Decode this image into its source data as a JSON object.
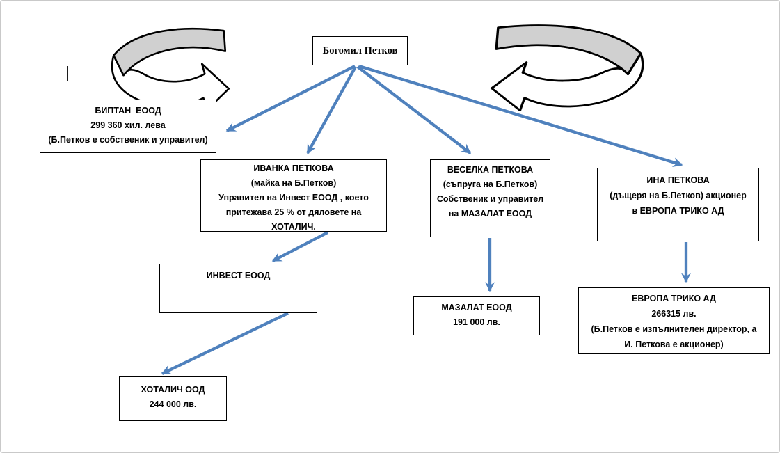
{
  "page": {
    "background": "#ffffff",
    "frame_border": "#c9c9c9"
  },
  "colors": {
    "arrow_blue": "#4f81bd",
    "shape_gray": "#d0d0d0",
    "outline_black": "#000000",
    "text": "#000000"
  },
  "icons": [
    {
      "name": "curved-arrow-right-icon",
      "meaning": "3D looping block arrow pointing right"
    },
    {
      "name": "curved-arrow-left-icon",
      "meaning": "3D looping block arrow pointing left"
    }
  ],
  "diagram": {
    "person_root": {
      "label": "Богомил Петков"
    },
    "boxes": {
      "biptan": {
        "lines": [
          "БИПТАН  ЕООД",
          "299 360 хил. лева",
          "(Б.Петков е собственик и управител)"
        ]
      },
      "ivanka": {
        "lines": [
          "ИВАНКА ПЕТКОВА",
          "(майка на Б.Петков)",
          "Управител на Инвест ЕООД , което",
          "притежава 25 % от дяловете на",
          "ХОТАЛИЧ."
        ]
      },
      "veselka": {
        "lines": [
          "ВЕСЕЛКА ПЕТКОВА",
          "(съпруга на Б.Петков)",
          "Собственик и управител",
          "на МАЗАЛАТ ЕООД"
        ]
      },
      "ina": {
        "lines": [
          "ИНА ПЕТКОВА",
          "(дъщеря на Б.Петков) акционер",
          "в ЕВРОПА ТРИКО АД"
        ]
      },
      "invest": {
        "lines": [
          "ИНВЕСТ ЕООД"
        ]
      },
      "mazalat": {
        "lines": [
          "МАЗАЛАТ ЕООД",
          "191 000 лв."
        ]
      },
      "evropa": {
        "lines": [
          "ЕВРОПА ТРИКО АД",
          "266315 лв.",
          "(Б.Петков е изпълнителен директор, а",
          "И. Петкова е акционер)"
        ]
      },
      "hotalich": {
        "lines": [
          "ХОТАЛИЧ ООД",
          "244 000 лв."
        ]
      }
    }
  }
}
